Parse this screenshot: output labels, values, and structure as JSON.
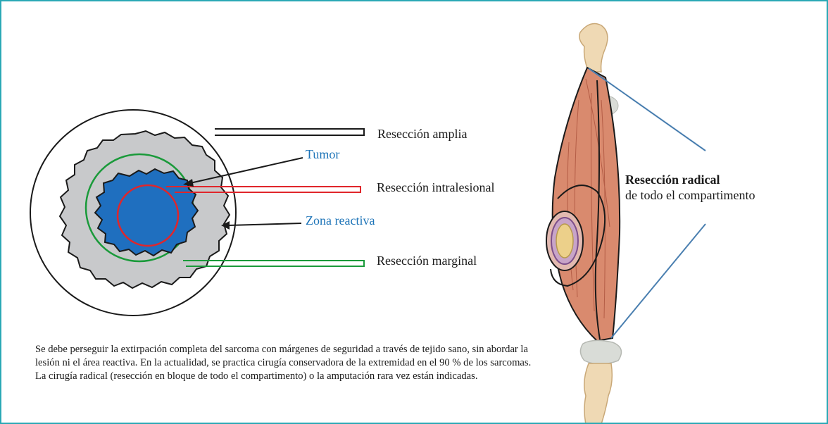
{
  "diagram": {
    "labels": {
      "reseccion_amplia": "Resección amplia",
      "tumor": "Tumor",
      "reseccion_intralesional": "Resección intralesional",
      "zona_reactiva": "Zona reactiva",
      "reseccion_marginal": "Resección marginal",
      "reseccion_radical_title": "Resección radical",
      "reseccion_radical_sub": "de todo el compartimento"
    },
    "caption": "Se debe perseguir la extirpación completa del sarcoma con márgenes de seguridad a través de tejido sano, sin abordar la lesión ni el área reactiva. En la actualidad, se practica cirugía conservadora de la extremidad en el 90 % de los sarcomas. La cirugía radical (resección en bloque de todo el compartimento) o la amputación rara vez están indicadas.",
    "colors": {
      "frame": "#2aa8b5",
      "tumor": "#1f6fbf",
      "reactive_zone": "#c8c9cb",
      "intralesional_line": "#e0262b",
      "marginal_line": "#1a9a3a",
      "wide_line": "#1a1a1a",
      "radical_line": "#4a7fb0",
      "label_blue": "#1d74b8"
    }
  }
}
